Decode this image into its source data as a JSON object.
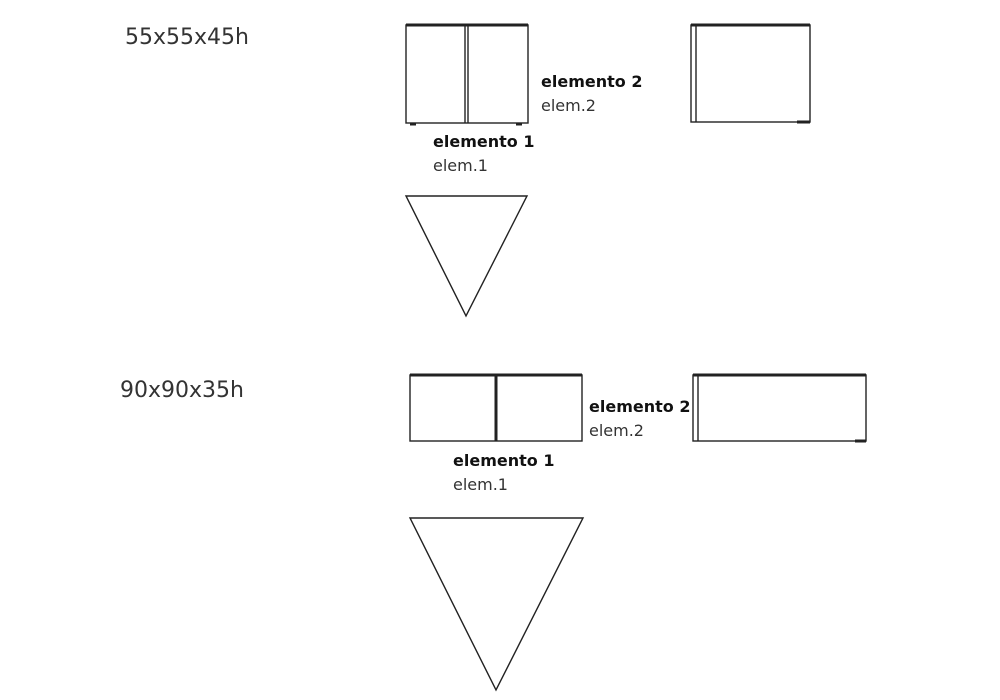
{
  "sections": [
    {
      "dimensions": "55x55x45h",
      "element2_label": "elemento 2",
      "element2_short": "elem.2",
      "element1_label": "elemento 1",
      "element1_short": "elem.1"
    },
    {
      "dimensions": "90x90x35h",
      "element2_label": "elemento 2",
      "element2_short": "elem.2",
      "element1_label": "elemento 1",
      "element1_short": "elem.1"
    }
  ]
}
